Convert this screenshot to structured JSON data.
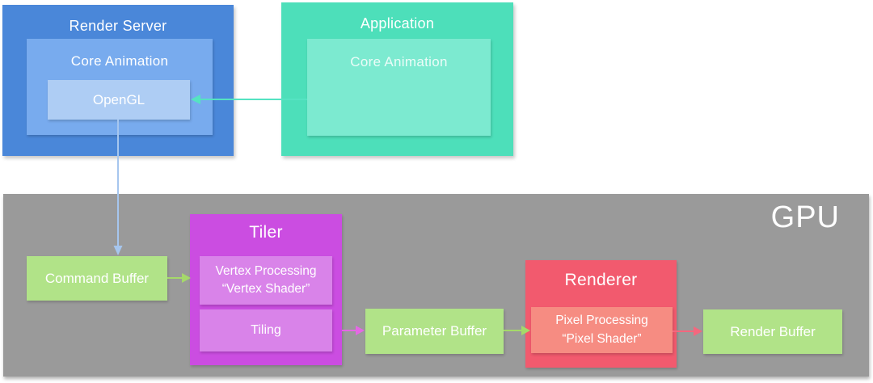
{
  "colors": {
    "render_server_blue": "#4a87d9",
    "core_animation_blue": "#78abee",
    "opengl_blue": "#aecdf4",
    "application_teal": "#4ddfba",
    "core_animation_teal": "#7cead0",
    "gpu_gray": "#9a9a9a",
    "buffer_green": "#b1e388",
    "tiler_magenta": "#cb4de1",
    "tiler_inner_magenta": "#d983e9",
    "renderer_red": "#f25a6e",
    "renderer_inner_salmon": "#f68c82",
    "text_white": "#ffffff"
  },
  "render_server": {
    "title": "Render Server",
    "core_animation": {
      "title": "Core Animation",
      "opengl": {
        "label": "OpenGL"
      }
    }
  },
  "application": {
    "title": "Application",
    "core_animation": {
      "label": "Core Animation"
    }
  },
  "gpu": {
    "label": "GPU",
    "command_buffer": {
      "label": "Command Buffer"
    },
    "tiler": {
      "title": "Tiler",
      "vertex_processing": {
        "line1": "Vertex Processing",
        "line2": "“Vertex Shader”"
      },
      "tiling": {
        "label": "Tiling"
      }
    },
    "parameter_buffer": {
      "label": "Parameter Buffer"
    },
    "renderer": {
      "title": "Renderer",
      "pixel_processing": {
        "line1": "Pixel Processing",
        "line2": "“Pixel Shader”"
      }
    },
    "render_buffer": {
      "label": "Render Buffer"
    }
  },
  "arrows": [
    {
      "id": "application-core-animation-to-opengl",
      "color": "#55e3c2"
    },
    {
      "id": "opengl-to-command-buffer",
      "color": "#a6c6ee"
    },
    {
      "id": "command-buffer-to-tiler",
      "color": "#a5d96a"
    },
    {
      "id": "tiling-to-parameter-buffer",
      "color": "#e468e4"
    },
    {
      "id": "parameter-buffer-to-pixel-processing",
      "color": "#a5d96a"
    },
    {
      "id": "pixel-processing-to-render-buffer",
      "color": "#f4677e"
    }
  ]
}
